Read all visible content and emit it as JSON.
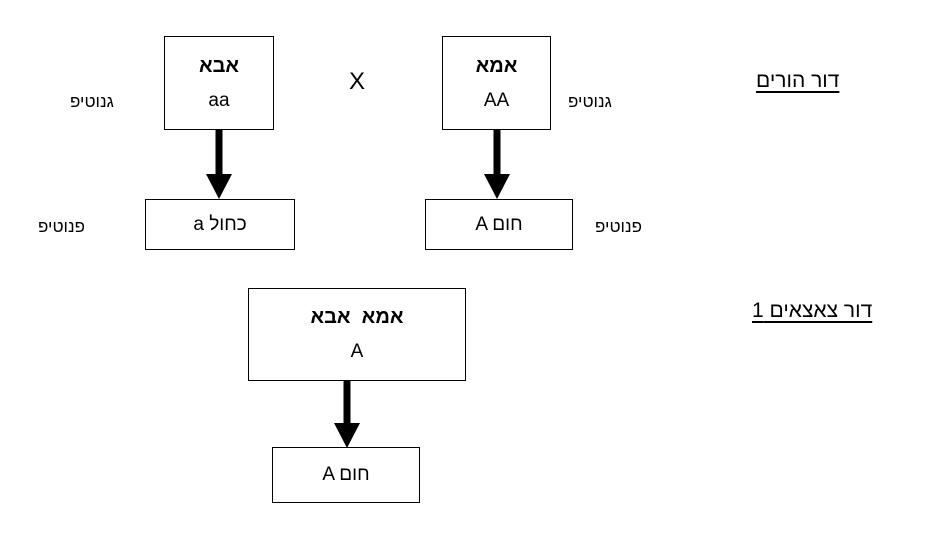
{
  "diagram": {
    "title_generation_parents": "דור הורים",
    "title_generation_offspring": "דור צאצאים 1",
    "cross_symbol": "X",
    "labels": {
      "genotype_left": "גנוטיפ",
      "genotype_right": "גנוטיפ",
      "phenotype_left": "פנוטיפ",
      "phenotype_right": "פנוטיפ"
    },
    "parents": {
      "father": {
        "name": "אבא",
        "genotype": "aa"
      },
      "mother": {
        "name": "אמא",
        "genotype": "AA"
      },
      "father_phenotype": "a כחול",
      "mother_phenotype": "A חום"
    },
    "offspring": {
      "parents_label": "אמא  אבא",
      "genotype": "A",
      "phenotype": "A חום"
    },
    "colors": {
      "stroke": "#000000",
      "background": "#ffffff",
      "text": "#000000"
    }
  }
}
